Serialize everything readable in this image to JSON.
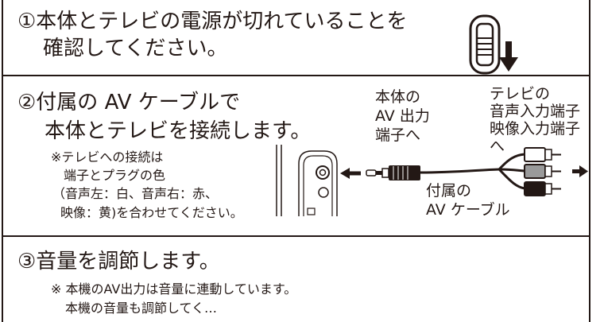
{
  "step1": {
    "line1": "①本体とテレビの電源が切れていることを",
    "line2": "確認してください。"
  },
  "step2": {
    "line1": "②付属の AV ケーブルで",
    "line2": "本体とテレビを接続します。",
    "note": [
      "※テレビへの接続は",
      "端子とプラグの色",
      "（音声左：白、音声右：赤、",
      "映像：黄)を合わせてください。"
    ],
    "device_port_label": [
      "本体の",
      "AV 出力",
      "端子へ"
    ],
    "tv_port_label": [
      "テレビの",
      "音声入力端子",
      "映像入力端子",
      "へ"
    ],
    "cable_label": [
      "付属の",
      "AV ケーブル"
    ]
  },
  "step3": {
    "line1": "③音量を調節します。",
    "note1": "※ 本機のAV出力は音量に連動しています。",
    "note2": "本機の音量も調節してく…"
  },
  "icons": [
    "power-switch-icon",
    "arrow-down-icon",
    "arrow-left-icon",
    "arrow-right-icon",
    "av-plug-icon",
    "rca-plug-icon"
  ]
}
